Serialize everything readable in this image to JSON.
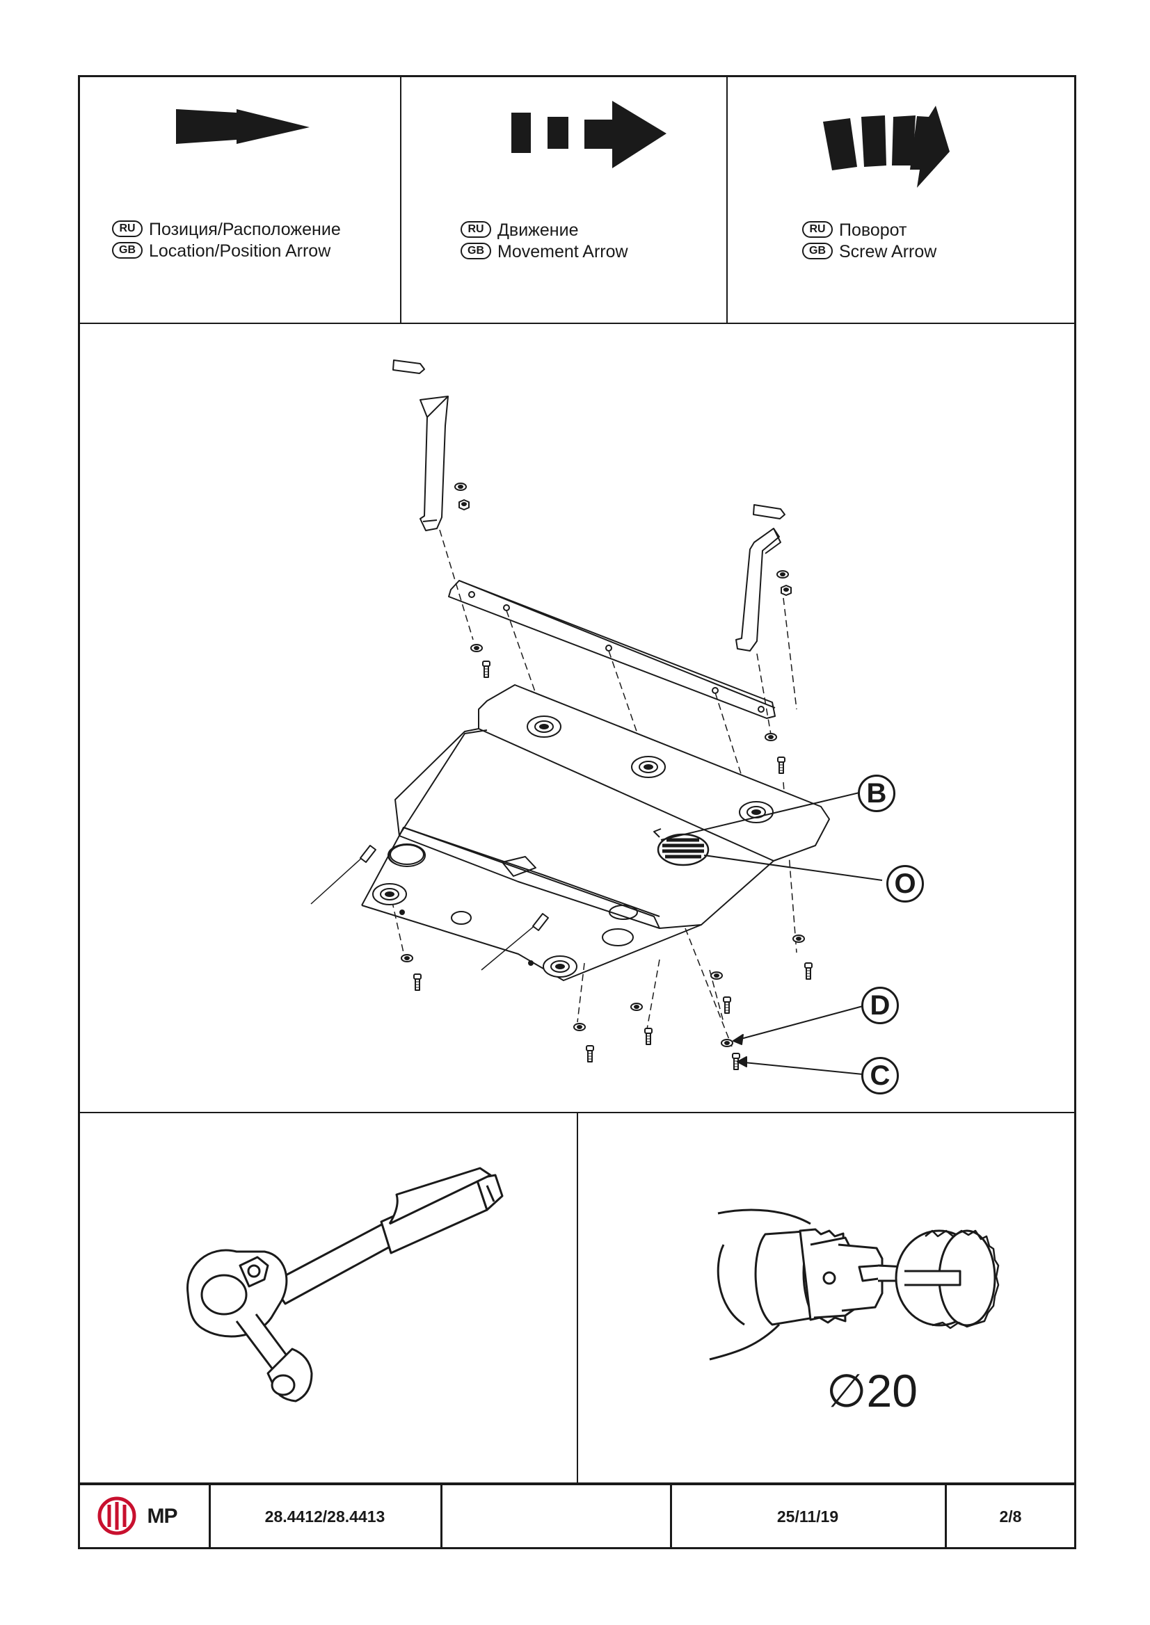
{
  "legend": [
    {
      "ru_badge": "RU",
      "gb_badge": "GB",
      "ru": "Позиция/Расположение",
      "gb": "Location/Position Arrow"
    },
    {
      "ru_badge": "RU",
      "gb_badge": "GB",
      "ru": "Движение",
      "gb": "Movement Arrow"
    },
    {
      "ru_badge": "RU",
      "gb_badge": "GB",
      "ru": "Поворот",
      "gb": "Screw Arrow"
    }
  ],
  "callouts": {
    "b": "B",
    "o": "O",
    "d": "D",
    "c": "C"
  },
  "drill_diameter": "∅20",
  "footer": {
    "logo_text": "MP",
    "part_number": "28.4412/28.4413",
    "empty": "",
    "date": "25/11/19",
    "page": "2/8"
  },
  "colors": {
    "ink": "#1a1a1a",
    "logo": "#c8102e"
  }
}
